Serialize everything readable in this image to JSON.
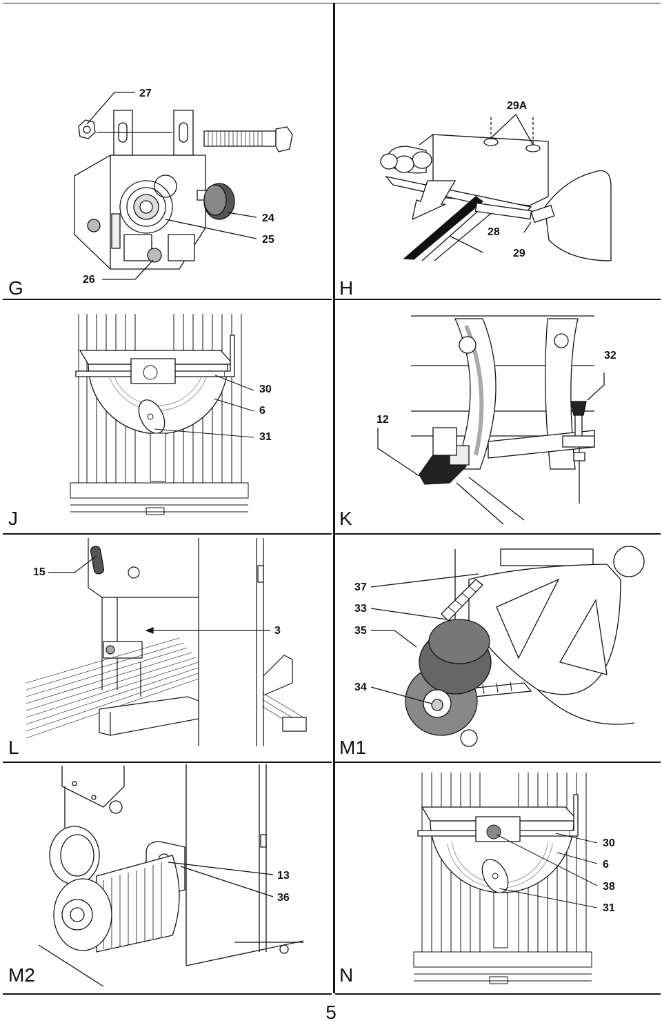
{
  "panels": {
    "G": {
      "letter": "G",
      "callouts": [
        "27",
        "24",
        "25",
        "26"
      ]
    },
    "H": {
      "letter": "H",
      "callouts": [
        "29A",
        "28",
        "29"
      ]
    },
    "J": {
      "letter": "J",
      "callouts": [
        "30",
        "6",
        "31"
      ]
    },
    "K": {
      "letter": "K",
      "callouts": [
        "32",
        "12"
      ]
    },
    "L": {
      "letter": "L",
      "callouts": [
        "15",
        "3"
      ]
    },
    "M1": {
      "letter": "M1",
      "callouts": [
        "37",
        "33",
        "35",
        "34"
      ]
    },
    "M2": {
      "letter": "M2",
      "callouts": [
        "13",
        "36"
      ]
    },
    "N": {
      "letter": "N",
      "callouts": [
        "30",
        "6",
        "38",
        "31"
      ]
    }
  },
  "page_number": "5"
}
